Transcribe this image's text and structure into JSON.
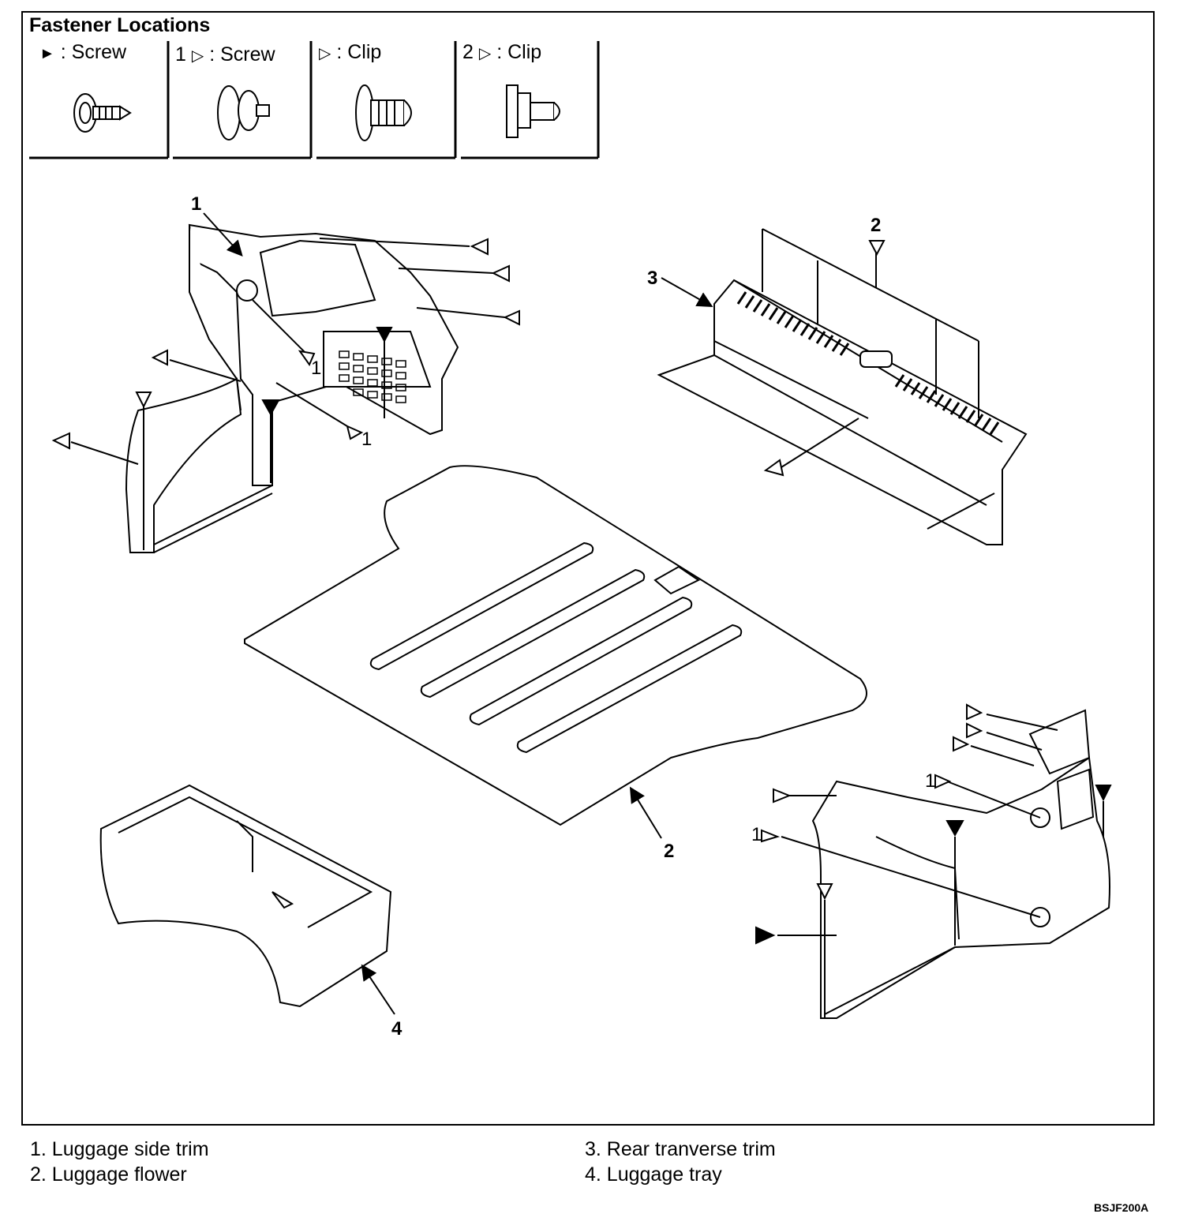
{
  "fastener_locations": {
    "title": "Fastener Locations",
    "types": [
      {
        "symbol": "►",
        "prefix": "",
        "label": "Screw",
        "icon": "screw-icon"
      },
      {
        "symbol": "▷",
        "prefix": "1",
        "label": "Screw",
        "icon": "screw-button-icon"
      },
      {
        "symbol": "▷",
        "prefix": "",
        "label": "Clip",
        "icon": "clip-icon"
      },
      {
        "symbol": "▷",
        "prefix": "2",
        "label": "Clip",
        "icon": "panel-clip-icon"
      }
    ]
  },
  "callouts": {
    "c1": "1",
    "c2_top": "2",
    "c2_floor": "2",
    "c3": "3",
    "c4": "4",
    "clip_1a": "1",
    "clip_1b": "1",
    "clip_1c": "1",
    "clip_1d": "1"
  },
  "legend": [
    "1. Luggage side trim",
    "2. Luggage flower",
    "3. Rear tranverse trim",
    "4. Luggage tray"
  ],
  "doc_code": "BSJF200A"
}
